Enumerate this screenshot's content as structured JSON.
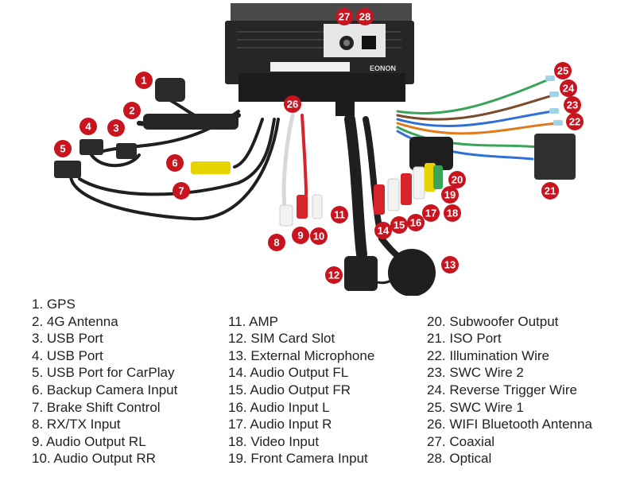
{
  "brand": "EONON",
  "legend": {
    "col1": [
      "1. GPS",
      "2. 4G Antenna",
      "3. USB Port",
      "4. USB Port",
      "5. USB Port for CarPlay",
      "6. Backup Camera Input",
      "7. Brake Shift Control",
      "8. RX/TX Input",
      "9. Audio Output RL",
      "10. Audio Output RR"
    ],
    "col2": [
      "11. AMP",
      "12. SIM Card Slot",
      "13. External Microphone",
      "14. Audio Output FL",
      "15. Audio Output FR",
      "16. Audio Input L",
      "17. Audio Input R",
      "18. Video Input",
      "19. Front Camera Input"
    ],
    "col3": [
      "20. Subwoofer Output",
      "21. ISO Port",
      "22. Illumination Wire",
      "23. SWC Wire 2",
      "24. Reverse Trigger Wire",
      "25. SWC Wire 1",
      "26. WIFI Bluetooth Antenna",
      "27. Coaxial",
      "28. Optical"
    ]
  },
  "badges": [
    "1",
    "2",
    "3",
    "4",
    "5",
    "6",
    "7",
    "8",
    "9",
    "10",
    "11",
    "12",
    "13",
    "14",
    "15",
    "16",
    "17",
    "18",
    "19",
    "20",
    "21",
    "22",
    "23",
    "24",
    "25",
    "26",
    "27",
    "28"
  ],
  "colors": {
    "badge": "#c8141e",
    "cable": "#1f1f1f",
    "head_unit": "#2a2a2a",
    "rca_red": "#d8232a",
    "rca_white": "#f2f2f2",
    "rca_yellow": "#e8d400",
    "wire_green": "#3aa45a",
    "wire_blue": "#2f6fd6",
    "wire_orange": "#e07a1a",
    "wire_brown": "#7a4a2a"
  }
}
